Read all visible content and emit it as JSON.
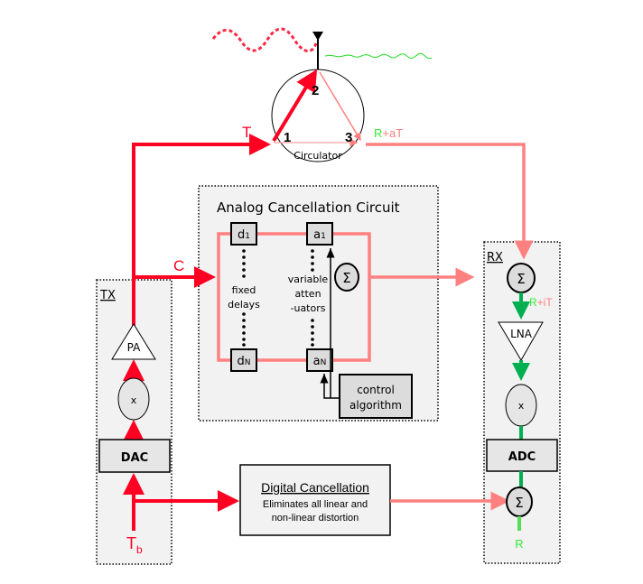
{
  "colors": {
    "tx_red": "#ff0022",
    "pink": "#ff8080",
    "green_signal": "#00b050",
    "green_text": "#33ee33",
    "panel_bg": "#f2f2f2",
    "block_bg": "#e6e6e6"
  },
  "circulator": {
    "label": "Circulator",
    "ports": [
      "1",
      "2",
      "3"
    ],
    "input_label": "T",
    "output_label_r": "R",
    "output_label_rest": "+aT",
    "antenna_icon": "antenna-icon"
  },
  "analog": {
    "title": "Analog Cancellation Circuit",
    "input_label": "C",
    "delay_top": "d",
    "delay_top_sub": "1",
    "delay_bottom": "d",
    "delay_bottom_sub": "N",
    "atten_top": "a",
    "atten_top_sub": "1",
    "atten_bottom": "a",
    "atten_bottom_sub": "N",
    "delays_label_1": "fixed",
    "delays_label_2": "delays",
    "atten_label_1": "variable",
    "atten_label_2": "atten",
    "atten_label_3": "-uators",
    "sum_symbol": "Σ",
    "control_1": "control",
    "control_2": "algorithm"
  },
  "tx": {
    "title": "TX",
    "pa": "PA",
    "mixer": "x",
    "dac": "DAC",
    "input_label": "T",
    "input_sub": "b"
  },
  "rx": {
    "title": "RX",
    "sum1": "Σ",
    "sum1_out_r": "R",
    "sum1_out_rest": "+iT",
    "lna": "LNA",
    "mixer": "x",
    "adc": "ADC",
    "sum2": "Σ",
    "output_label": "R"
  },
  "digital": {
    "title": "Digital Cancellation",
    "desc_1": "Eliminates all linear and",
    "desc_2": "non-linear distortion"
  }
}
